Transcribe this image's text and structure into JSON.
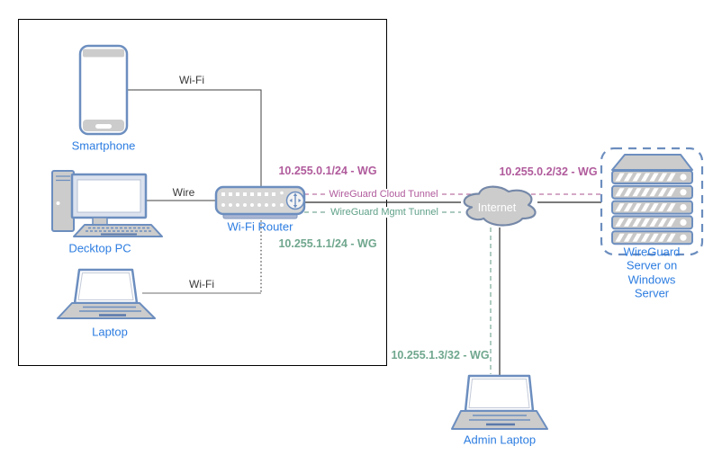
{
  "colors": {
    "node_label_blue": "#2d7de1",
    "icon_stroke_blue": "#6c8ebf",
    "icon_fill_gray": "#cccccc",
    "tunnel_purple": "#b05b9c",
    "tunnel_green": "#70a78e",
    "connection_line_black": "#3d3d3d",
    "laptop_wifi_line_gray": "#9e9e9e",
    "cloud_fill_gray": "#cccccc",
    "internet_text_white": "#ffffff"
  },
  "nodes": {
    "smartphone": {
      "label": "Smartphone"
    },
    "desktop_pc": {
      "label": "Decktop PC"
    },
    "laptop": {
      "label": "Laptop"
    },
    "wifi_router": {
      "label": "Wi-Fi Router"
    },
    "internet": {
      "label": "Internet"
    },
    "wireguard_server": {
      "label": "WireGuard Server on\nWindows Server"
    },
    "admin_laptop": {
      "label": "Admin Laptop"
    }
  },
  "edges": {
    "smartphone_wifi": {
      "label": "Wi-Fi"
    },
    "desktop_wire": {
      "label": "Wire"
    },
    "laptop_wifi": {
      "label": "Wi-Fi"
    },
    "cloud_tunnel": {
      "label": "WireGuard Cloud Tunnel"
    },
    "mgmt_tunnel": {
      "label": "WireGuard Mgmt Tunnel"
    }
  },
  "ip_labels": {
    "router_cloud_wg": "10.255.0.1/24 - WG",
    "router_mgmt_wg": "10.255.1.1/24 - WG",
    "server_wg": "10.255.0.2/32 - WG",
    "admin_laptop_wg": "10.255.1.3/32 - WG"
  }
}
